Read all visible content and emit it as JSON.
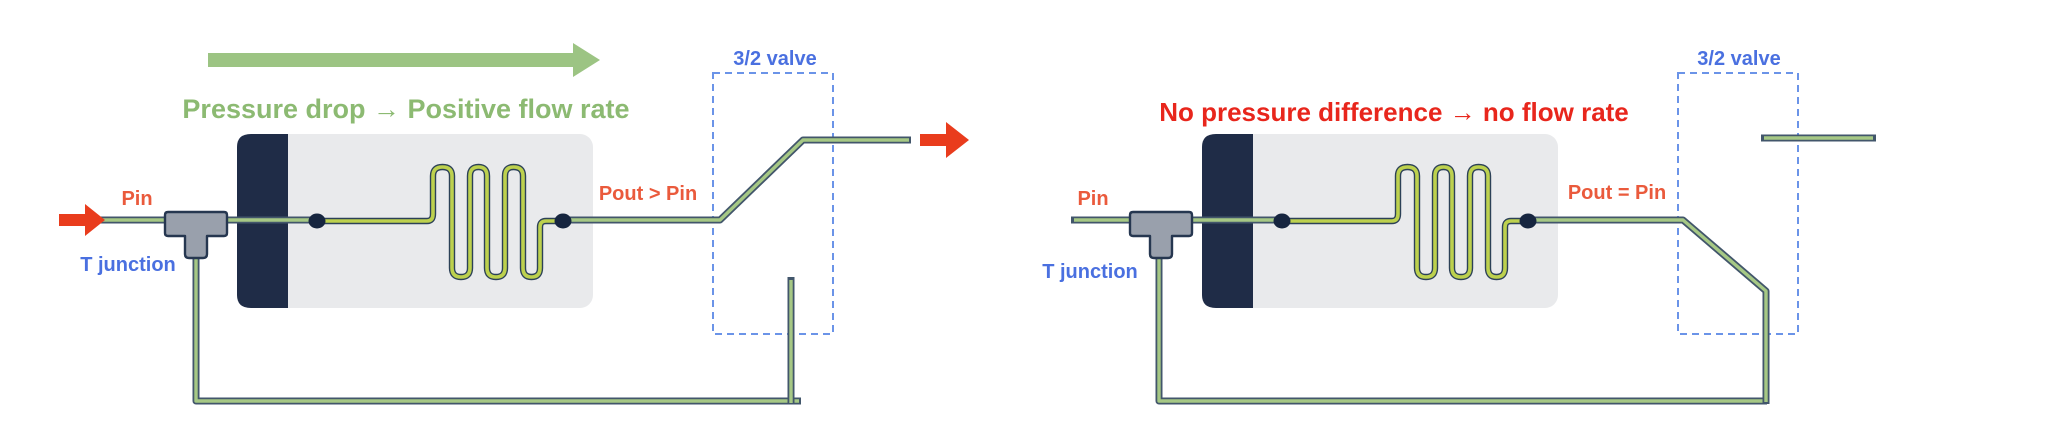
{
  "figure": {
    "panels": {
      "left": {
        "title": "Pressure drop → Positive flow rate",
        "labels": {
          "inlet_pressure": "Pin",
          "t_junction": "T junction",
          "outlet_pressure": "Pout > Pin",
          "valve": "3/2 valve"
        },
        "icons": [
          "flow-direction-arrow",
          "inlet-flow-arrow",
          "outlet-flow-arrow"
        ]
      },
      "right": {
        "title": "No pressure difference → no flow rate",
        "labels": {
          "inlet_pressure": "Pin",
          "t_junction": "T junction",
          "outlet_pressure": "Pout = Pin",
          "valve": "3/2 valve"
        },
        "icons": []
      }
    },
    "colors": {
      "left_title": "#8cba72",
      "flow_arrow_green": "#9cc483",
      "right_title": "#e8261c",
      "pressure_labels": "#ea5a3c",
      "blue_labels": "#4a70e0",
      "red_arrows": "#e93c1d",
      "tube_outline": "#42566b",
      "tube_fill": "#a6c885",
      "channel": "#bdd14e",
      "channel_outline": "#2c4157",
      "chip_body": "#e9eaec",
      "chip_endcap": "#1f2c47",
      "t_fitting": "#99a0ac",
      "valve_box_blue": "#6b94e8",
      "port_dot": "#16253f",
      "background": "#ffffff"
    }
  }
}
